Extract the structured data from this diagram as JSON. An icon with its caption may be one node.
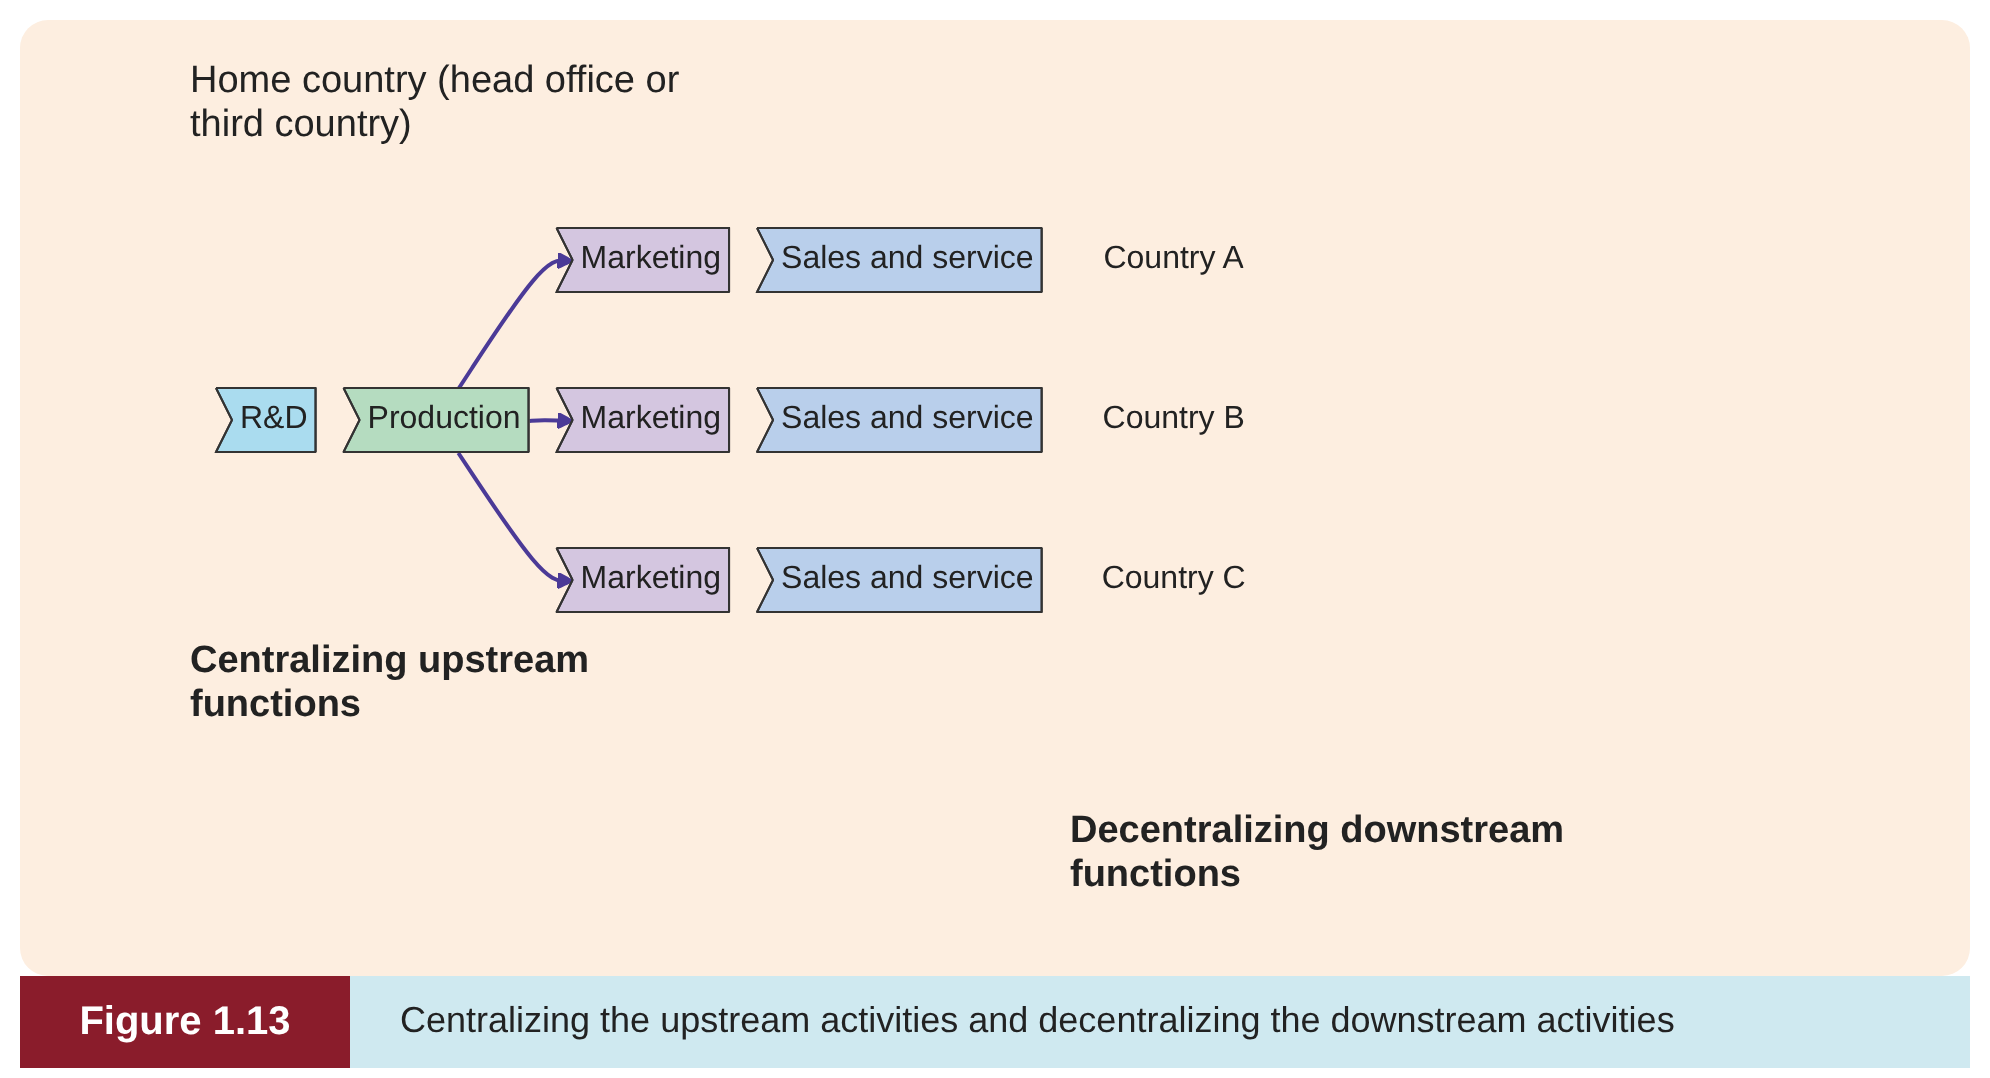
{
  "diagram": {
    "caption": "Centralizing the upstream activities and decentralizing the downstream activities",
    "nodes": [
      {
        "text": [
          "R&D"
        ]
      },
      {
        "text": [
          "Production"
        ]
      },
      {
        "text": [
          "Marketing"
        ]
      },
      {
        "text": [
          "Sales and service"
        ],
        "beside": [
          "Country A"
        ]
      },
      {
        "text": [
          "Marketing"
        ]
      },
      {
        "text": [
          "Sales and service"
        ],
        "beside": [
          "Country B"
        ]
      },
      {
        "text": [
          "Marketing"
        ]
      },
      {
        "text": [
          "Sales and service"
        ],
        "beside": [
          "Country C"
        ]
      }
    ],
    "edges": [
      {
        "from": 1,
        "to": 2,
        "arrow": "to"
      },
      {
        "from": 1,
        "to": 4,
        "arrow": "to"
      },
      {
        "from": 1,
        "to": 6,
        "arrow": "to"
      }
    ],
    "labels": [
      "Home country (head office or third country)",
      "Centralizing upstream functions",
      "Decentralizing downstream functions",
      "Figure 1.13"
    ]
  }
}
